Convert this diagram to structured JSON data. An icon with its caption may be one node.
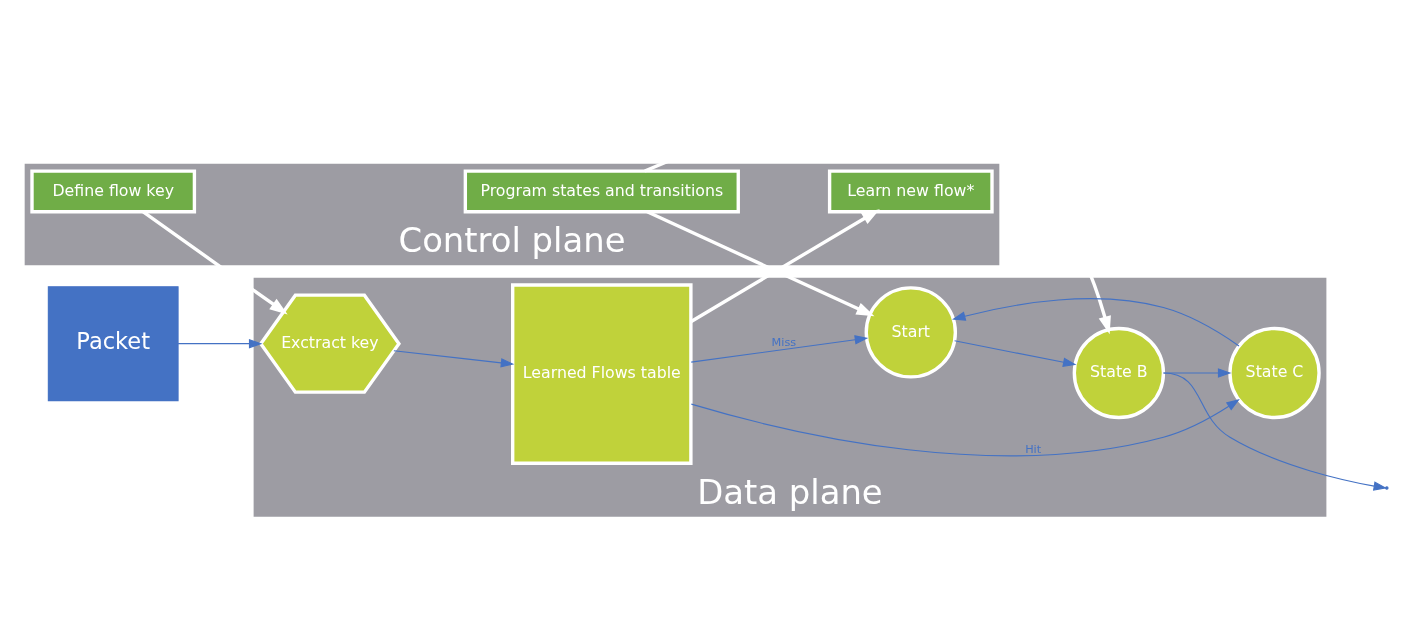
{
  "diagram": {
    "nodes": [
      {
        "text": [
          "Control plane"
        ]
      },
      {
        "text": [
          "Define flow key"
        ],
        "in": 0
      },
      {
        "text": [
          "Learn new flow*"
        ],
        "in": 0
      },
      {
        "text": [
          "Program states and transitions"
        ],
        "in": 0
      },
      {
        "text": [
          "Data plane"
        ]
      },
      {
        "text": [
          "Packet"
        ]
      },
      {
        "text": [
          "Exctract key"
        ],
        "in": 4
      },
      {
        "text": [
          "Learned Flows table"
        ],
        "in": 4
      },
      {
        "text": [
          "Start"
        ],
        "in": 4
      },
      {
        "text": [
          "State B"
        ],
        "in": 4
      },
      {
        "text": [
          "State C"
        ],
        "in": 4
      }
    ],
    "edges": [
      {
        "from": 5,
        "to": 6,
        "arrow": "to"
      },
      {
        "from": 6,
        "to": 7,
        "arrow": "to"
      },
      {
        "from": 1,
        "to": 6,
        "arrow": "to",
        "style": "thick",
        "color": "#ffffff"
      },
      {
        "from": 7,
        "to": 2,
        "arrow": "to",
        "style": "thick",
        "color": "#ffffff"
      },
      {
        "from": 7,
        "to": 8,
        "arrow": "to",
        "label": "Miss"
      },
      {
        "from": 7,
        "to": 10,
        "arrow": "to",
        "label": "Hit"
      },
      {
        "from": 3,
        "to": 8,
        "arrow": "to",
        "style": "thick",
        "color": "#ffffff"
      },
      {
        "from": 3,
        "to": 9,
        "arrow": "to",
        "style": "thick",
        "color": "#ffffff"
      },
      {
        "from": 8,
        "to": 9,
        "arrow": "to"
      },
      {
        "from": 9,
        "to": 10,
        "arrow": "to"
      },
      {
        "from": 10,
        "to": 8,
        "arrow": "to"
      },
      {
        "from": 9,
        "to": null,
        "arrow": "to"
      }
    ]
  }
}
